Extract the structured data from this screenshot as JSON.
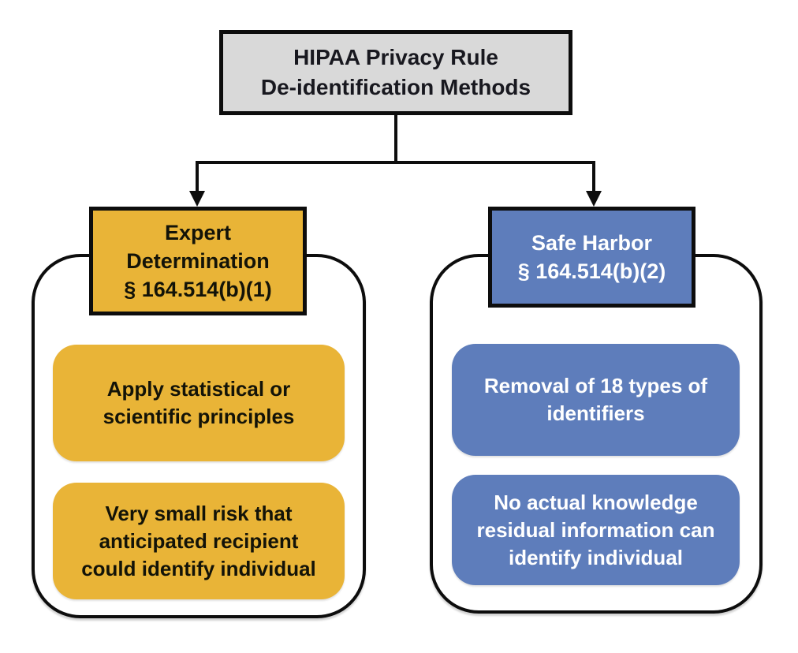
{
  "colors": {
    "gold": "#E9B437",
    "blue": "#5E7DBB",
    "gray": "#D9D9D9",
    "line": "#0D0D0D",
    "text_dark": "#18181F",
    "text_light": "#FFFFFF"
  },
  "root_box": {
    "line1": "HIPAA Privacy Rule",
    "line2": "De-identification Methods"
  },
  "branches": [
    {
      "name": "Expert Determination",
      "header_lines": [
        "Expert",
        "Determination",
        "§ 164.514(b)(1)"
      ],
      "items": [
        "Apply statistical or scientific principles",
        "Very small risk that anticipated recipient could identify individual"
      ]
    },
    {
      "name": "Safe Harbor",
      "header_lines": [
        "Safe Harbor",
        "§ 164.514(b)(2)"
      ],
      "items": [
        "Removal of 18 types of identifiers",
        "No actual knowledge residual information can identify individual"
      ]
    }
  ]
}
